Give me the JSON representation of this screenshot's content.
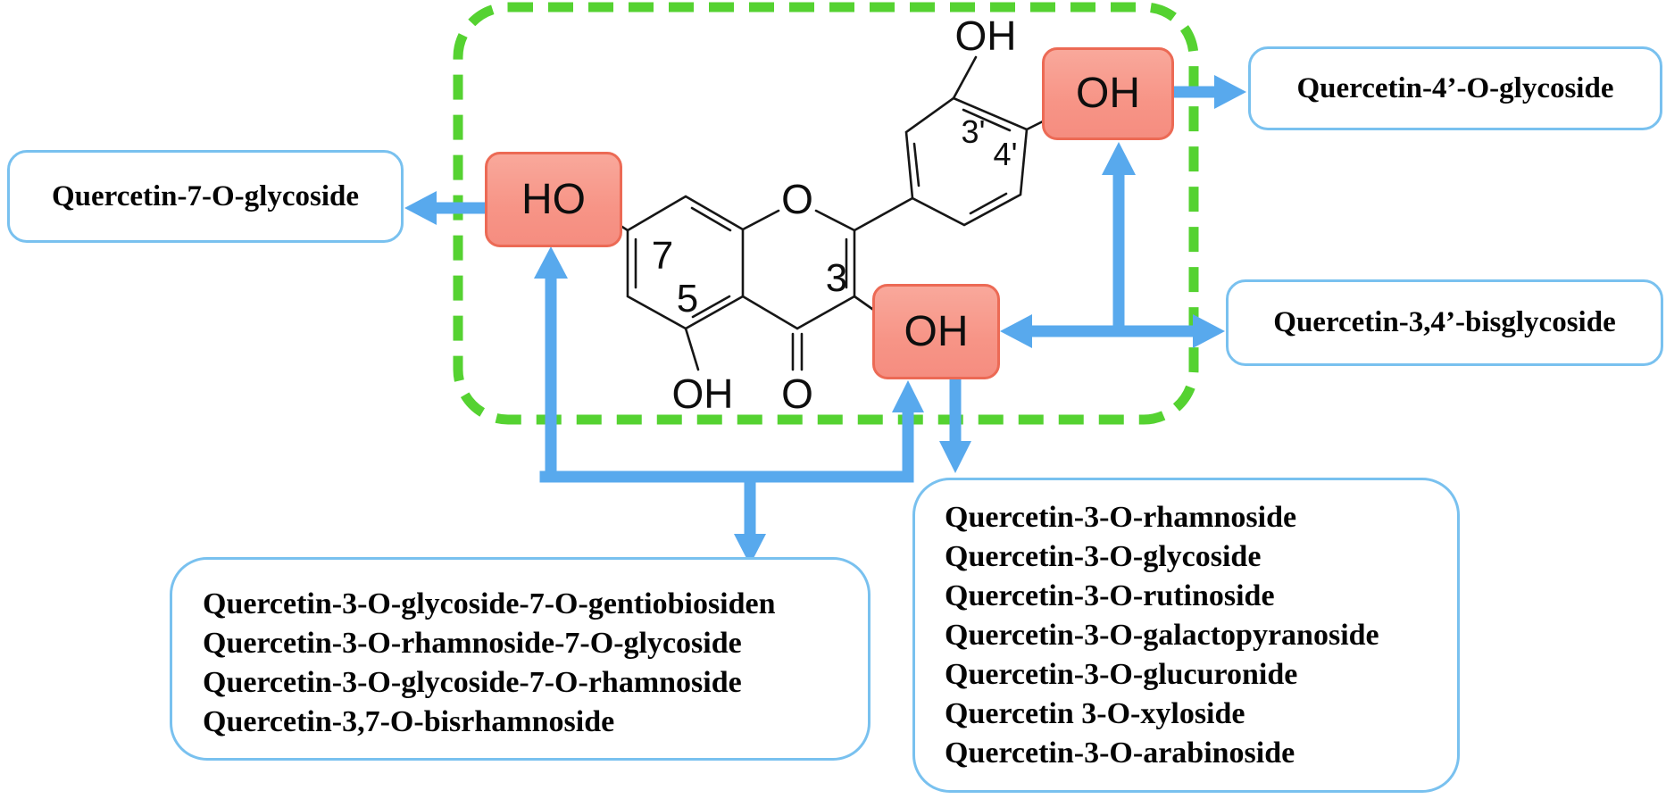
{
  "figure": {
    "subject": "Quercetin glycosylation sites and resulting glycosides"
  },
  "structure": {
    "atoms": {
      "oh_3prime": "OH",
      "ring_o": "O",
      "ho_7": "HO",
      "oh_3": "OH",
      "oh_4prime": "OH",
      "oh_5": "OH",
      "carbonyl_o": "O"
    },
    "positions": {
      "c7": "7",
      "c5": "5",
      "c3": "3",
      "c3prime": "3'",
      "c4prime": "4'"
    }
  },
  "products": {
    "q7": "Quercetin-7-O-glycoside",
    "q4prime": "Quercetin-4’-O-glycoside",
    "q34prime": "Quercetin-3,4’-bisglycoside",
    "q37_list": [
      "Quercetin-3-O-glycoside-7-O-gentiobiosiden",
      "Quercetin-3-O-rhamnoside-7-O-glycoside",
      "Quercetin-3-O-glycoside-7-O-rhamnoside",
      "Quercetin-3,7-O-bisrhamnoside"
    ],
    "q3_list": [
      "Quercetin-3-O-rhamnoside",
      "Quercetin-3-O-glycoside",
      "Quercetin-3-O-rutinoside",
      "Quercetin-3-O-galactopyranoside",
      "Quercetin-3-O-glucuronide",
      "Quercetin 3-O-xyloside",
      "Quercetin-3-O-arabinoside"
    ]
  },
  "colors": {
    "highlight_fill": "#f79486",
    "highlight_border": "#ec6a55",
    "arrow_blue": "#58a9ed",
    "label_box_border": "#79c1ef",
    "dashed_region_green": "#55d231",
    "bond_black": "#161616"
  }
}
